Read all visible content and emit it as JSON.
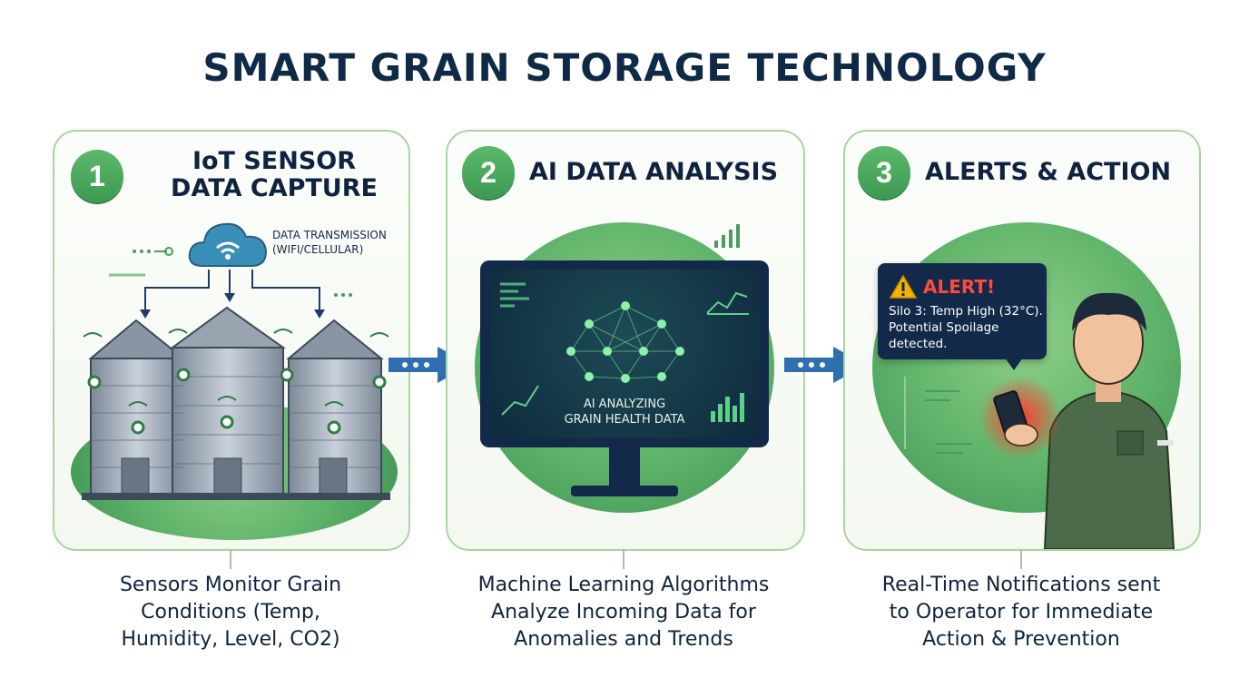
{
  "title": "SMART GRAIN STORAGE TECHNOLOGY",
  "steps": [
    {
      "number": "1",
      "title_lines": [
        "IoT SENSOR",
        "DATA CAPTURE"
      ],
      "transmission_label_lines": [
        "DATA TRANSMISSION",
        "(WIFI/CELLULAR)"
      ],
      "description_lines": [
        "Sensors Monitor Grain",
        "Conditions (Temp,",
        "Humidity, Level, CO2)"
      ]
    },
    {
      "number": "2",
      "title": "AI DATA ANALYSIS",
      "screen_label_lines": [
        "AI ANALYZING",
        "GRAIN HEALTH DATA"
      ],
      "description_lines": [
        "Machine Learning Algorithms",
        "Analyze Incoming Data for",
        "Anomalies and Trends"
      ]
    },
    {
      "number": "3",
      "title": "ALERTS & ACTION",
      "alert_title": "ALERT!",
      "alert_message_lines": [
        "Silo 3: Temp High (32°C).",
        "Potential Spoilage",
        "detected."
      ],
      "description_lines": [
        "Real-Time Notifications sent",
        "to Operator for Immediate",
        "Action & Prevention"
      ]
    }
  ],
  "colors": {
    "title": "#0f2a47",
    "accent_green": "#4caf5f",
    "panel_border": "#a8d5a0",
    "arrow_blue": "#2f6fb0",
    "alert_red": "#ff4a3b",
    "screen_dark": "#0f2a3e"
  },
  "icons": [
    "cloud-wifi-icon",
    "silo-icon",
    "sensor-icon",
    "monitor-icon",
    "neural-network-icon",
    "warning-icon",
    "smartphone-icon",
    "operator-icon",
    "arrow-right-icon"
  ]
}
